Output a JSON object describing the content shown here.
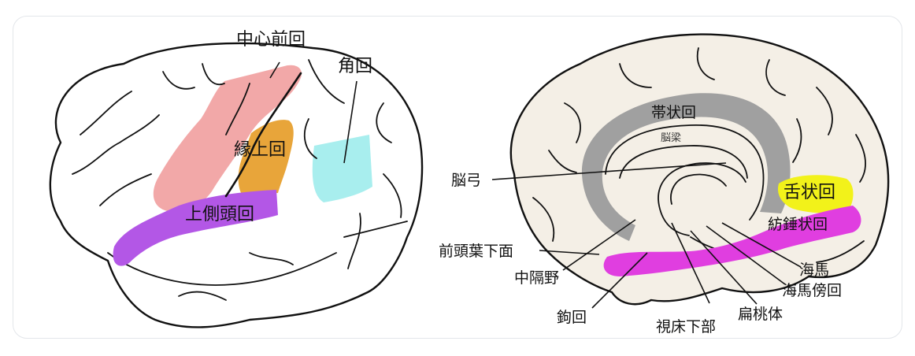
{
  "left_brain": {
    "labels": {
      "precentral": "中心前回",
      "angular": "角回",
      "supramarginal": "縁上回",
      "superior_temporal": "上側頭回"
    },
    "colors": {
      "precentral": "#f2a8a8",
      "angular": "#a8eeee",
      "supramarginal": "#e8a53a",
      "superior_temporal": "#b357e6"
    }
  },
  "right_brain": {
    "labels": {
      "cingulate": "帯状回",
      "corpus_callosum": "脳梁",
      "fornix": "脳弓",
      "lingual": "舌状回",
      "fusiform": "紡錘状回",
      "orbitofrontal": "前頭葉下面",
      "septal": "中隔野",
      "hippocampus": "海馬",
      "parahippocampal": "海馬傍回",
      "uncus": "鉤回",
      "amygdala": "扁桃体",
      "hypothalamus": "視床下部"
    },
    "colors": {
      "brain_fill": "#f4efe6",
      "cingulate": "#a0a0a0",
      "lingual": "#f2f21a",
      "fusiform": "#e03ee0"
    }
  }
}
